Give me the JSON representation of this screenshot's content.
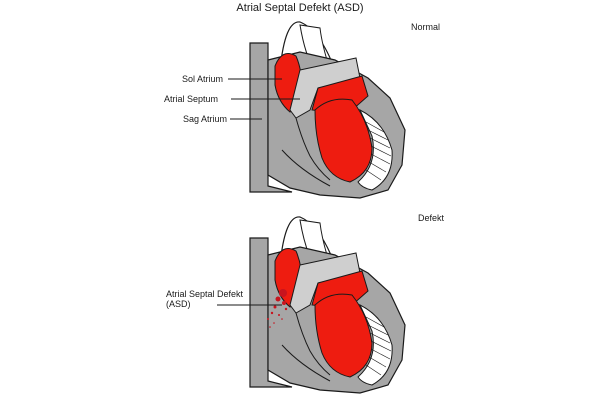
{
  "title": "Atrial Septal Defekt (ASD)",
  "panels": {
    "normal": {
      "tag": "Normal",
      "labels": {
        "left_atrium": "Sol Atrium",
        "atrial_septum": "Atrial Septum",
        "right_atrium": "Sag Atrium"
      }
    },
    "defect": {
      "tag": "Defekt",
      "labels": {
        "asd_line1": "Atrial Septal Defekt",
        "asd_line2": "(ASD)"
      }
    }
  },
  "colors": {
    "oxygenated_blood": "#ee1c10",
    "deoxygenated_blood": "#a6a6a6",
    "outline": "#1a1a1a",
    "septum_wall": "#cfcfcf",
    "shunt_dots": "#c8141e"
  }
}
